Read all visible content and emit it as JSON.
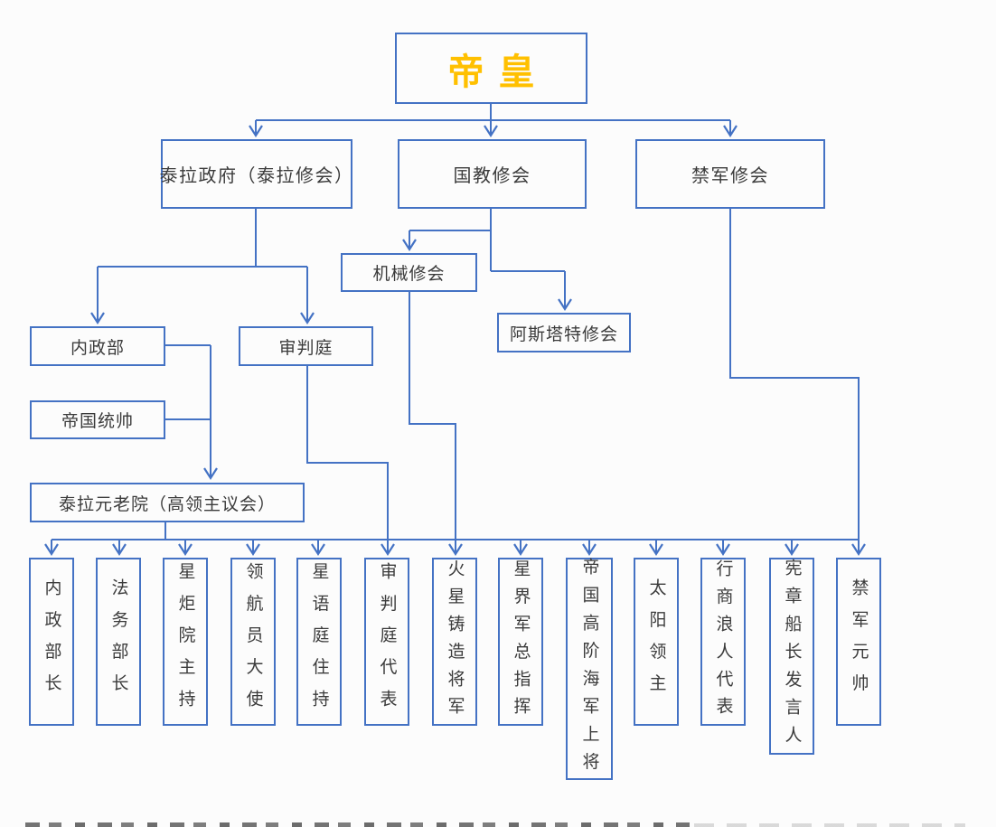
{
  "diagram": {
    "colors": {
      "line": "#4472C4",
      "text": "#3b3b3b",
      "emperor_gold": "#FFC000",
      "background": "#fcfcfc"
    },
    "nodes": {
      "emperor": "帝皇",
      "terra_government": "泰拉政府（泰拉修会）",
      "state_church": "国教修会",
      "custodes_order": "禁军修会",
      "mechanicus_order": "机械修会",
      "astartes_order": "阿斯塔特修会",
      "interior_ministry": "内政部",
      "tribunal": "审判庭",
      "imperial_commander": "帝国统帅",
      "terra_senate": "泰拉元老院（高领主议会）"
    },
    "council_members": [
      "内政部长",
      "法务部长",
      "星炬院主持",
      "领航员大使",
      "星语庭住持",
      "审判庭代表",
      "火星铸造将军",
      "星界军总指挥",
      "帝国高阶海军上将",
      "太阳领主",
      "行商浪人代表",
      "宪章船长发言人",
      "禁军元帅"
    ]
  }
}
